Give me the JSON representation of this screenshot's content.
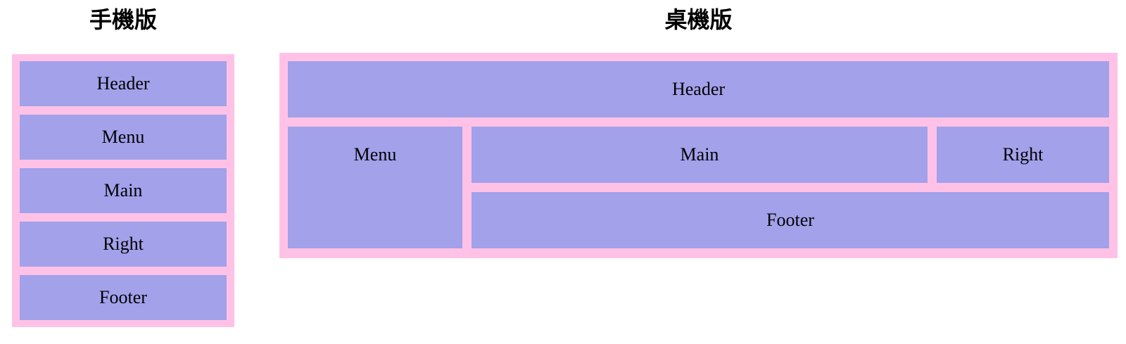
{
  "colors": {
    "page_bg": "#ffffff",
    "container_bg": "#ffc2e6",
    "box_bg": "#a2a1ea",
    "title_text": "#000000",
    "label_text": "#000000"
  },
  "mobile": {
    "title": "手機版",
    "boxes": [
      {
        "label": "Header"
      },
      {
        "label": "Menu"
      },
      {
        "label": "Main"
      },
      {
        "label": "Right"
      },
      {
        "label": "Footer"
      }
    ]
  },
  "desktop": {
    "title": "桌機版",
    "boxes": {
      "header": {
        "label": "Header"
      },
      "menu": {
        "label": "Menu"
      },
      "main": {
        "label": "Main"
      },
      "right": {
        "label": "Right"
      },
      "footer": {
        "label": "Footer"
      }
    }
  }
}
